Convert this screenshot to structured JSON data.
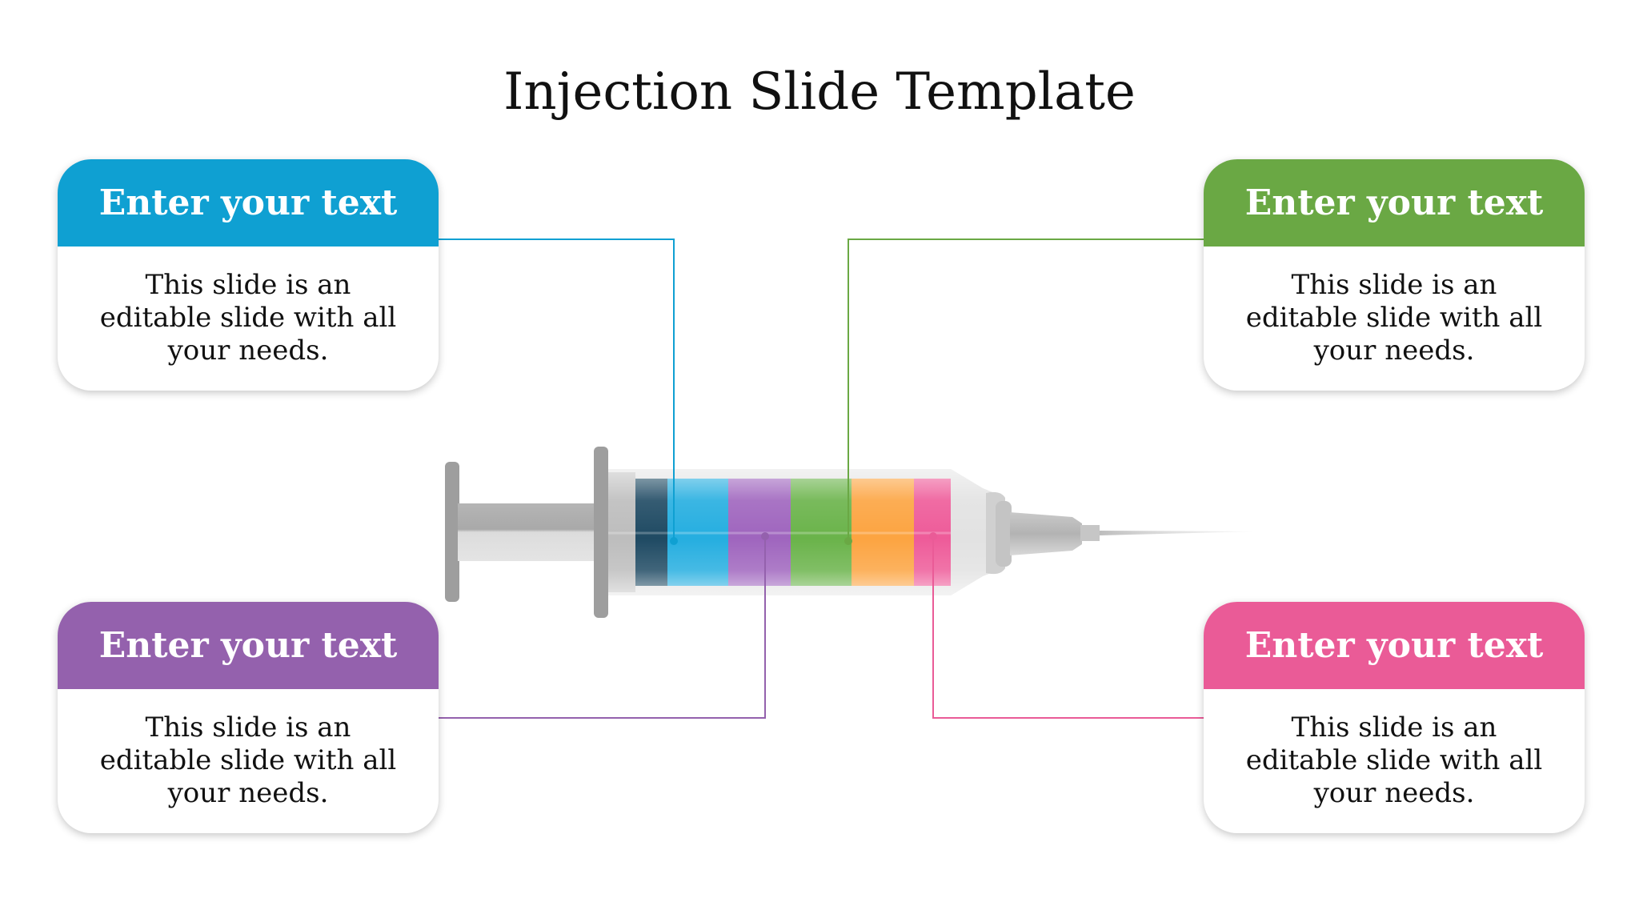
{
  "title": "Injection Slide Template",
  "cards": [
    {
      "id": "tl",
      "heading": "Enter your text",
      "body": "This slide is an editable slide with all your needs.",
      "color": "#0fa0d2"
    },
    {
      "id": "tr",
      "heading": "Enter your text",
      "body": "This slide is an editable slide with all your needs.",
      "color": "#6aa844"
    },
    {
      "id": "bl",
      "heading": "Enter your text",
      "body": "This slide is an editable slide with all your needs.",
      "color": "#9461ad"
    },
    {
      "id": "br",
      "heading": "Enter your text",
      "body": "This slide is an editable slide with all your needs.",
      "color": "#ea5b97"
    }
  ],
  "syringe_segments": [
    "#1f4a63",
    "#25aee0",
    "#9f65be",
    "#6ab34a",
    "#fca441",
    "#ee5b99"
  ]
}
